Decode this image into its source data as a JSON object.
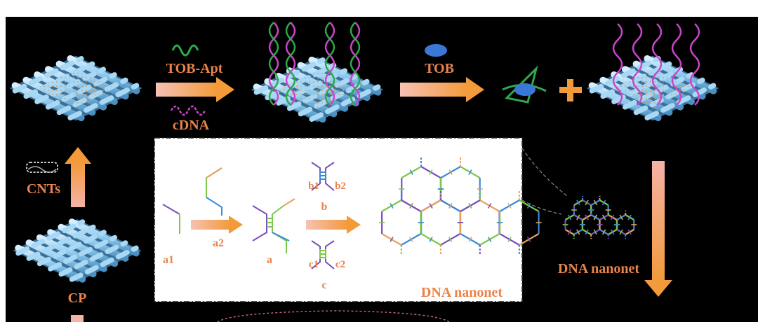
{
  "labels": {
    "tob_apt": "TOB-Apt",
    "cdna": "cDNA",
    "tob": "TOB",
    "cnts": "CNTs",
    "cp": "CP",
    "a1": "a1",
    "a2": "a2",
    "a": "a",
    "b1": "b1",
    "b2": "b2",
    "b": "b",
    "c1": "c1",
    "c2": "c2",
    "c": "c",
    "dna_nanonet_inset": "DNA nanonet",
    "dna_nanonet_side": "DNA nanonet"
  },
  "colors": {
    "background": "#000000",
    "label_orange": "#e8844a",
    "arrow_orange": "#f39a3a",
    "arrow_pink": "#f5b3a8",
    "fiber_blue": "#8ec8ec",
    "aptamer_green": "#2ea84a",
    "cdna_magenta": "#cc44cc",
    "strand_purple": "#7a4fc0",
    "strand_green": "#7cc84a",
    "strand_blue": "#3a8ad8",
    "strand_orange": "#e8a060",
    "tob_blue": "#3a78d8"
  }
}
